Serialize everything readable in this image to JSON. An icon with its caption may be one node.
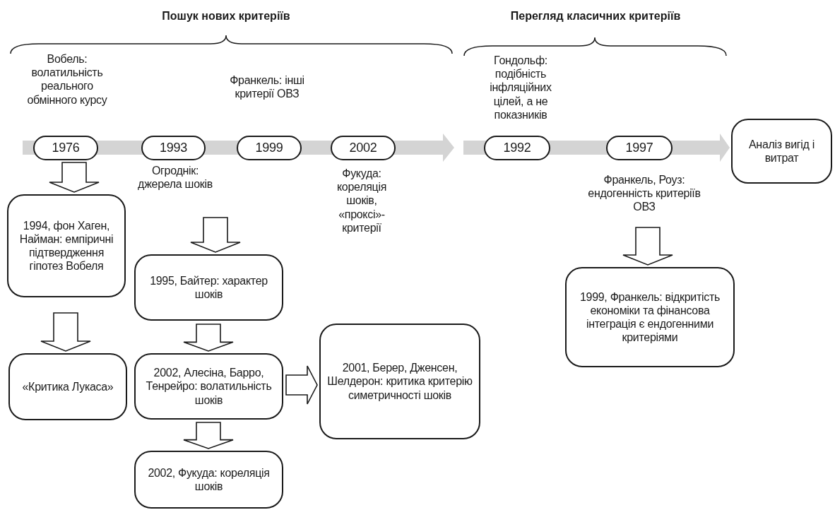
{
  "diagram": {
    "nodes": [
      {
        "text": [
          "1976"
        ],
        "beside": [
          "Вобель: волатильність реального обмінного курсу"
        ]
      },
      {
        "text": [
          "1993"
        ],
        "beside": [
          "Огроднік: джерела шоків"
        ]
      },
      {
        "text": [
          "1999"
        ],
        "beside": [
          "Франкель: інші критерії ОВЗ"
        ]
      },
      {
        "text": [
          "2002"
        ],
        "beside": [
          "Фукуда: кореляція шоків, «проксі»-критерії"
        ]
      },
      {
        "text": [
          "1992"
        ],
        "beside": [
          "Гондольф: подібність інфляційних цілей, а не показників"
        ]
      },
      {
        "text": [
          "1997"
        ],
        "beside": [
          "Франкель, Роуз: ендогенність критеріїв ОВЗ"
        ]
      },
      {
        "text": [
          "Аналіз вигід і витрат"
        ]
      },
      {
        "text": [
          "1994, фон Хаген, Найман: емпіричні підтвердження гіпотез Вобеля"
        ]
      },
      {
        "text": [
          "«Критика Лукаса»"
        ]
      },
      {
        "text": [
          "1995, Байтер: характер шоків"
        ]
      },
      {
        "text": [
          "2002, Алесіна, Барро, Тенрейро: волатильність шоків"
        ]
      },
      {
        "text": [
          "2002, Фукуда: кореляція шоків"
        ]
      },
      {
        "text": [
          "2001, Берер, Дженсен, Шелдерон: критика критерію симетричності шоків"
        ]
      },
      {
        "text": [
          "1999, Франкель: відкритість економіки та фінансова інтеграція є ендогенними критеріями"
        ]
      }
    ],
    "edges": [
      {
        "from": 0,
        "to": 7,
        "arrow": "to"
      },
      {
        "from": 7,
        "to": 8,
        "arrow": "to"
      },
      {
        "from": 1,
        "to": 9,
        "arrow": "to"
      },
      {
        "from": 9,
        "to": 10,
        "arrow": "to"
      },
      {
        "from": 10,
        "to": 11,
        "arrow": "to"
      },
      {
        "from": 10,
        "to": 12,
        "arrow": "to"
      },
      {
        "from": 5,
        "to": 13,
        "arrow": "to"
      },
      {
        "from": 5,
        "to": 6,
        "arrow": "to",
        "style": "thick",
        "color": "#d4d4d4"
      }
    ],
    "labels": [
      "Пошук нових критеріїв",
      "Перегляд класичних критеріїв"
    ]
  }
}
